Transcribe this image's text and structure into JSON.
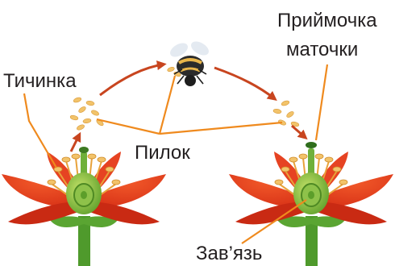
{
  "labels": {
    "stamen": "Тичинка",
    "pollen": "Пилок",
    "stigma_line1": "Приймочка",
    "stigma_line2": "маточки",
    "ovary": "Зав’язь"
  },
  "colors": {
    "petal": "#e23a1c",
    "petal_dark": "#b82312",
    "pistil": "#7fbf3a",
    "stem": "#4f9a2c",
    "pollen": "#f2c36a",
    "arrow": "#c8451f",
    "pointer": "#ef8a1e",
    "bee_body": "#2b2b2b",
    "bee_stripe": "#e8b54a"
  }
}
